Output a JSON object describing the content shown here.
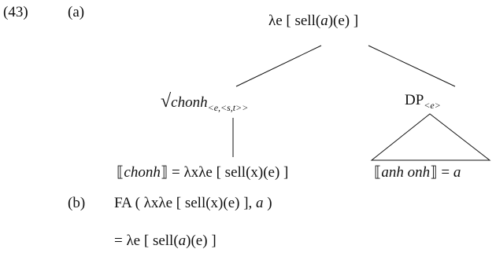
{
  "example": {
    "number": "(43)",
    "part_a_label": "(a)",
    "part_b_label": "(b)"
  },
  "tree": {
    "root": {
      "pre": "λe [ sell(",
      "arg": "a",
      "post": ")(e) ]"
    },
    "left_node": {
      "radical": "√",
      "label": "chonh",
      "subscript": "<e,<s,t>>"
    },
    "right_node": {
      "label": "DP",
      "subscript": "<e>"
    },
    "left_leaf": {
      "open": "⟦",
      "word": "chonh",
      "close": "⟧",
      "rest": " = λxλe [ sell(x)(e) ]"
    },
    "right_leaf": {
      "open": "⟦",
      "word": "anh onh",
      "close": "⟧",
      "eq": " = ",
      "value": "a"
    }
  },
  "derivation": {
    "line1_pre": "FA ( λxλe [ sell(x)(e) ], ",
    "line1_arg": "a",
    "line1_post": " )",
    "line2_pre": "= λe [ sell(",
    "line2_arg": "a",
    "line2_post": ")(e) ]"
  }
}
